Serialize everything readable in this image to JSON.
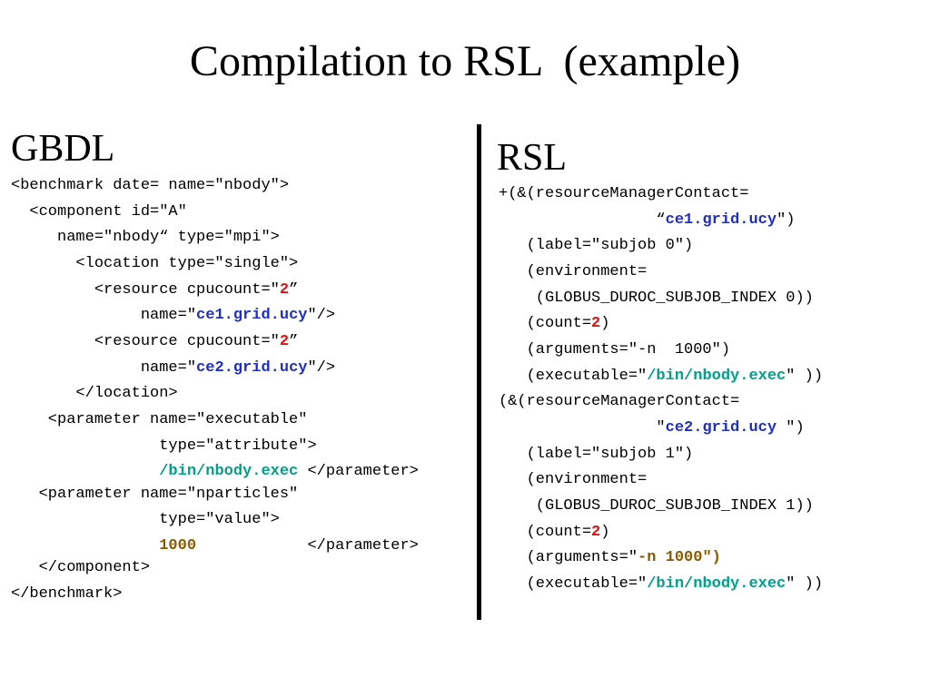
{
  "slide": {
    "title": "Compilation to RSL  (example)"
  },
  "gbdl": {
    "heading": "GBDL",
    "lines": [
      [
        "<benchmark date= name=\"nbody\">"
      ],
      [
        "  <component id=\"A\""
      ],
      [
        "     name=\"nbody“ type=\"mpi\">"
      ],
      [
        "       <location type=\"single\">"
      ],
      [
        "         <resource cpucount=\"",
        "2",
        "”"
      ],
      [
        "              name=\"",
        "ce1.grid.ucy",
        "\"/>"
      ],
      [
        "         <resource cpucount=\"",
        "2",
        "”"
      ],
      [
        "              name=\"",
        "ce2.grid.ucy",
        "\"/>"
      ],
      [
        "       </location>"
      ],
      [
        "    <parameter name=\"executable\""
      ],
      [
        "                type=\"attribute\">"
      ],
      [
        "                ",
        "/bin/nbody.exec",
        " </parameter>"
      ],
      [
        "   <parameter name=\"nparticles\""
      ],
      [
        "                type=\"value\">"
      ],
      [
        "                ",
        "1000",
        "            </parameter>"
      ],
      [
        "   </component>"
      ],
      [
        "</benchmark>"
      ]
    ]
  },
  "rsl": {
    "heading": "RSL",
    "lines": [
      [
        "+(&(resourceManagerContact="
      ],
      [
        "                 “",
        "ce1.grid.ucy",
        "\")"
      ],
      [
        "   (label=\"subjob 0\")"
      ],
      [
        "   (environment="
      ],
      [
        "    (GLOBUS_DUROC_SUBJOB_INDEX 0))"
      ],
      [
        "   (count=",
        "2",
        ")"
      ],
      [
        "   (arguments=\"-n  1000\")"
      ],
      [
        "   (executable=\"",
        "/bin/nbody.exec",
        "\" ))"
      ],
      [
        "(&(resourceManagerContact="
      ],
      [
        "                 \"",
        "ce2.grid.ucy",
        " \")"
      ],
      [
        "   (label=\"subjob 1\")"
      ],
      [
        "   (environment="
      ],
      [
        "    (GLOBUS_DUROC_SUBJOB_INDEX 1))"
      ],
      [
        "   (count=",
        "2",
        ")"
      ],
      [
        "   (arguments=\"",
        "-n 1000\")",
        ""
      ],
      [
        "   (executable=\"",
        "/bin/nbody.exec",
        "\" ))"
      ]
    ]
  },
  "colors": {
    "host": "#1f2fc4",
    "count": "#e01010",
    "executable": "#00a08a",
    "particles": "#8a5a00"
  }
}
